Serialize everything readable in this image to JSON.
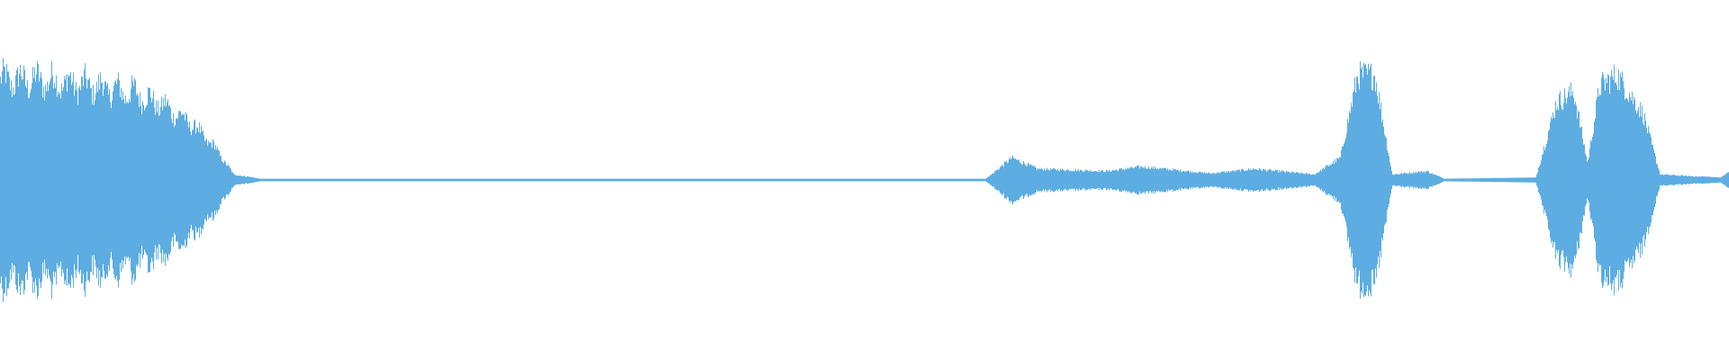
{
  "waveform": {
    "color": "#5dade2",
    "background": "#ffffff",
    "duration_fraction_visible": 1.0,
    "amplitude_profile": [
      {
        "t": 0.0,
        "a": 0.98
      },
      {
        "t": 0.02,
        "a": 0.98
      },
      {
        "t": 0.04,
        "a": 0.95
      },
      {
        "t": 0.06,
        "a": 0.9
      },
      {
        "t": 0.08,
        "a": 0.84
      },
      {
        "t": 0.095,
        "a": 0.72
      },
      {
        "t": 0.11,
        "a": 0.56
      },
      {
        "t": 0.125,
        "a": 0.3
      },
      {
        "t": 0.135,
        "a": 0.05
      },
      {
        "t": 0.15,
        "a": 0.01
      },
      {
        "t": 0.57,
        "a": 0.01
      },
      {
        "t": 0.585,
        "a": 0.2
      },
      {
        "t": 0.6,
        "a": 0.1
      },
      {
        "t": 0.64,
        "a": 0.08
      },
      {
        "t": 0.66,
        "a": 0.12
      },
      {
        "t": 0.7,
        "a": 0.06
      },
      {
        "t": 0.725,
        "a": 0.1
      },
      {
        "t": 0.76,
        "a": 0.05
      },
      {
        "t": 0.775,
        "a": 0.2
      },
      {
        "t": 0.785,
        "a": 0.95
      },
      {
        "t": 0.795,
        "a": 0.95
      },
      {
        "t": 0.805,
        "a": 0.05
      },
      {
        "t": 0.825,
        "a": 0.08
      },
      {
        "t": 0.835,
        "a": 0.01
      },
      {
        "t": 0.888,
        "a": 0.02
      },
      {
        "t": 0.9,
        "a": 0.7
      },
      {
        "t": 0.91,
        "a": 0.8
      },
      {
        "t": 0.918,
        "a": 0.15
      },
      {
        "t": 0.925,
        "a": 0.85
      },
      {
        "t": 0.935,
        "a": 0.95
      },
      {
        "t": 0.95,
        "a": 0.6
      },
      {
        "t": 0.96,
        "a": 0.05
      },
      {
        "t": 0.995,
        "a": 0.02
      },
      {
        "t": 1.0,
        "a": 0.08
      }
    ]
  }
}
